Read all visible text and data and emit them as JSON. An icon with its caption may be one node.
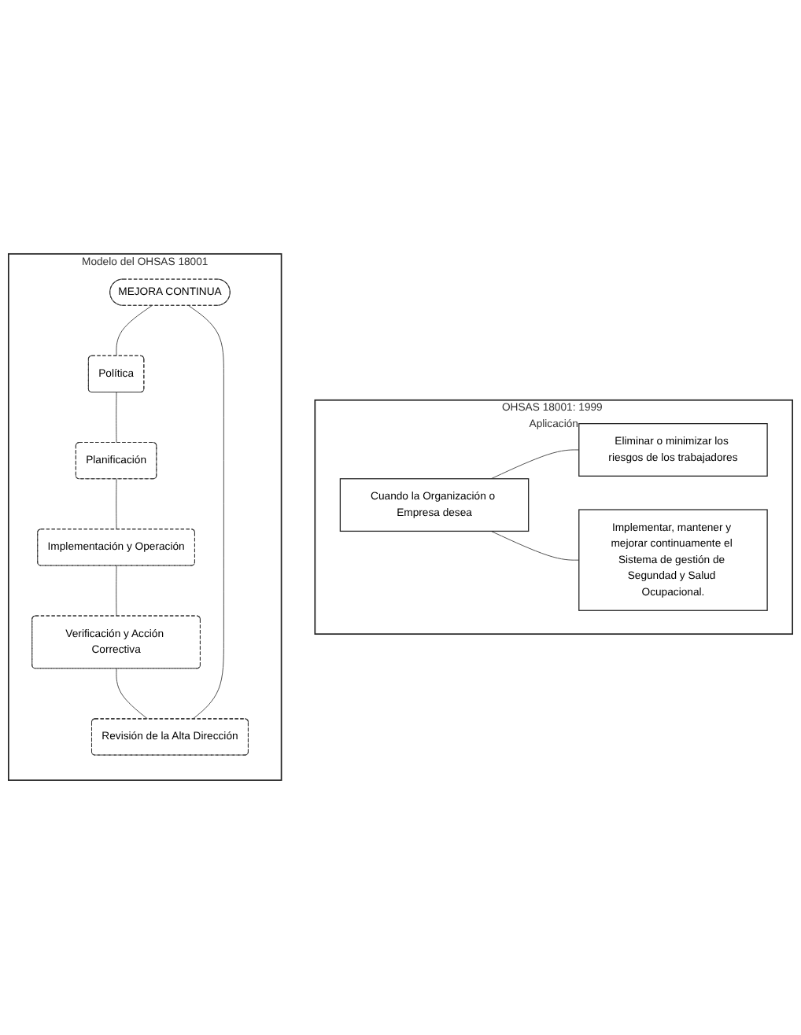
{
  "diagram": {
    "nodes": [
      {
        "text": [
          "OHSAS 18001: 1999 Aplicación"
        ]
      },
      {
        "text": [
          "Cuando la Organización o Empresa desea"
        ],
        "in": 0
      },
      {
        "text": [
          "Eliminar o minimizar los riesgos de los trabajadores"
        ],
        "in": 0
      },
      {
        "text": [
          "Implementar, mantener y mejorar continuamente el Sistema de gestión de Segundad y Salud Ocupacional."
        ],
        "in": 0
      },
      {
        "text": [
          "Modelo del OHSAS 18001"
        ]
      },
      {
        "text": [
          "MEJORA CONTINUA"
        ],
        "in": 4
      },
      {
        "text": [
          "Revisión de la Alta Dirección"
        ],
        "in": 4
      },
      {
        "text": [
          "Política"
        ],
        "in": 4
      },
      {
        "text": [
          "Planificación"
        ],
        "in": 4
      },
      {
        "text": [
          "Verificación y Acción Correctiva"
        ],
        "in": 4
      },
      {
        "text": [
          "Implementación y Operación"
        ],
        "in": 4
      }
    ],
    "edges": [
      {
        "from": 1,
        "to": 2,
        "arrow": "none"
      },
      {
        "from": 1,
        "to": 3,
        "arrow": "none"
      },
      {
        "from": 5,
        "to": 7,
        "arrow": "none"
      },
      {
        "from": 7,
        "to": 8,
        "arrow": "none"
      },
      {
        "from": 8,
        "to": 10,
        "arrow": "none"
      },
      {
        "from": 10,
        "to": 9,
        "arrow": "none"
      },
      {
        "from": 9,
        "to": 6,
        "arrow": "none"
      },
      {
        "from": 6,
        "to": 5,
        "arrow": "none"
      }
    ]
  }
}
